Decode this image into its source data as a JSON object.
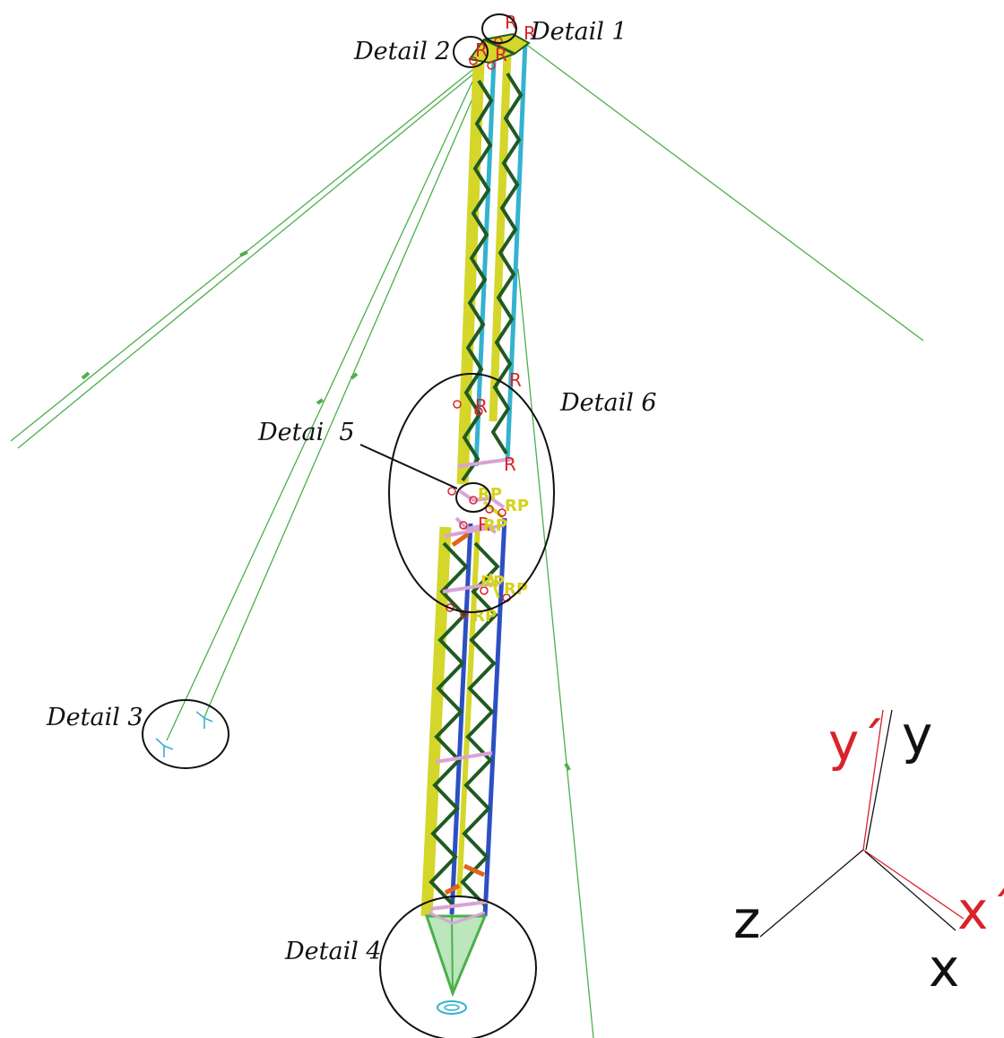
{
  "labels": {
    "detail_1": "Detail 1",
    "detail_2": "Detail 2",
    "detail_3": "Detail 3",
    "detail_4": "Detail 4",
    "detail_5": "Detai  5",
    "detail_6": "Detail 6"
  },
  "axes": {
    "y_prime": "y´",
    "y": "y",
    "z": "z",
    "x_prime": "x´",
    "x": "x"
  },
  "markers": {
    "release": "R",
    "release_pin": "RP"
  },
  "colors": {
    "chord_yellow": "#d4d62a",
    "chord_cyan": "#33b3cf",
    "chord_blue": "#2d4fc4",
    "lacing": "#1f5a22",
    "guy_wire": "#4caf4c",
    "annotation": "#111111",
    "release_red": "#d8232a",
    "prime_axis_red": "#d8232a",
    "diaphragm_pink": "#d9a3d6",
    "brace_orange": "#e0651c"
  }
}
